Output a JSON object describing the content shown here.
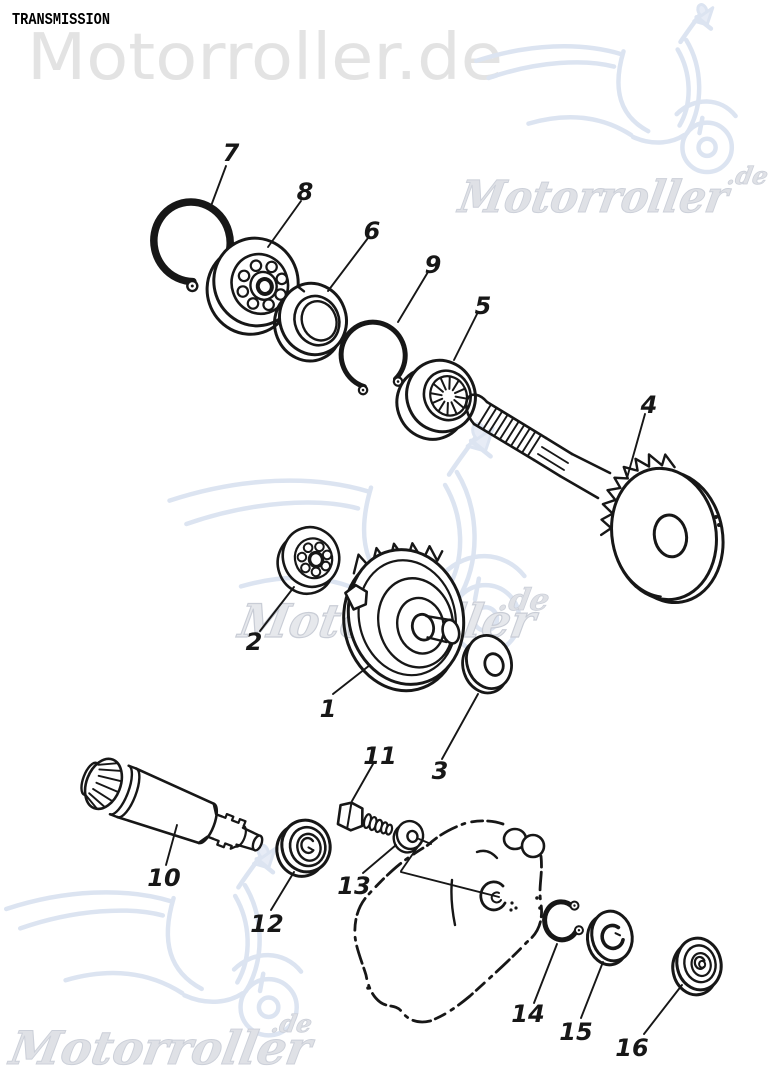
{
  "page": {
    "title": "TRANSMISSION",
    "background_color": "#ffffff",
    "line_color": "#171717"
  },
  "watermark": {
    "top_text": "Motorroller.de",
    "brand_script": "Motorroller",
    "brand_suffix": ".de",
    "top_text_color": "#e3e3e3",
    "script_color": "#dfe1e6",
    "scooter_color": "#dce4f1"
  },
  "diagram": {
    "kind": "exploded-parts-diagram",
    "callouts": [
      {
        "number": "1",
        "part": "final-gear-wheel"
      },
      {
        "number": "2",
        "part": "ball-bearing-small"
      },
      {
        "number": "3",
        "part": "washer"
      },
      {
        "number": "4",
        "part": "drive-shaft-with-gear"
      },
      {
        "number": "5",
        "part": "needle-bearing"
      },
      {
        "number": "6",
        "part": "seal-ring"
      },
      {
        "number": "7",
        "part": "circlip-large"
      },
      {
        "number": "8",
        "part": "ball-bearing"
      },
      {
        "number": "9",
        "part": "circlip"
      },
      {
        "number": "10",
        "part": "input-shaft"
      },
      {
        "number": "11",
        "part": "flange-bolt"
      },
      {
        "number": "12",
        "part": "oil-seal"
      },
      {
        "number": "13",
        "part": "washer-small"
      },
      {
        "number": "14",
        "part": "circlip-small"
      },
      {
        "number": "15",
        "part": "keyed-washer"
      },
      {
        "number": "16",
        "part": "oil-seal-small"
      }
    ]
  }
}
